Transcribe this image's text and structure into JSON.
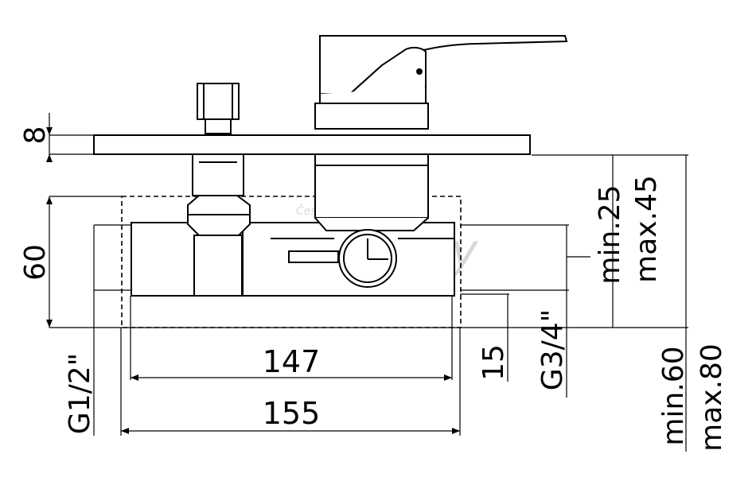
{
  "dimensions": {
    "plate_thickness": "8",
    "body_height": "60",
    "body_width": "147",
    "box_width": "155",
    "outlet_offset": "15",
    "thread_outlet": "G3/4\"",
    "thread_inlet": "G1/2\"",
    "depth_min_top": "min.25",
    "depth_max_top": "max.45",
    "depth_min_total": "min.60",
    "depth_max_total": "max.80"
  },
  "watermark": {
    "line1": "Česke",
    "line2": "koupelny"
  }
}
